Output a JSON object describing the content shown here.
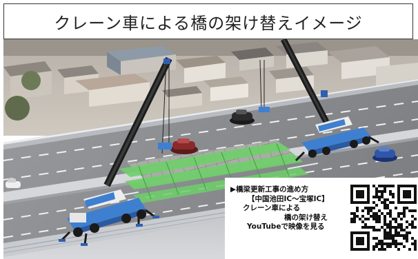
{
  "banner": {
    "title": "クレーン車による橋の架け替えイメージ"
  },
  "info_box": {
    "line1": "▶橋梁更新工事の進め方",
    "line2": "【中国池田IC～宝塚IC】",
    "line3": "クレーン車による",
    "line4": "橋の架け替え",
    "line5": "YouTubeで映像を見る"
  },
  "colors": {
    "crane_body": "#3f7fd0",
    "crane_boom": "#1c1c1c",
    "deck_green": "#6fcf6a",
    "road": "#8c8e92",
    "car_red": "#8a2a2a",
    "car_blue": "#2f56a8"
  },
  "icons": {
    "qr": "qr-code-icon",
    "arrow": "triangle-right-icon"
  }
}
